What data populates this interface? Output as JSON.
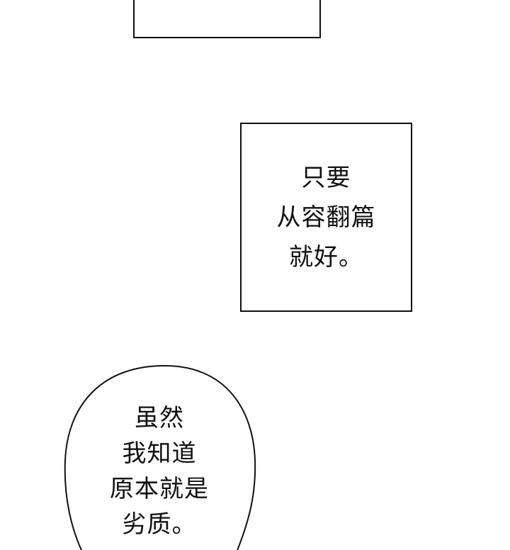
{
  "caption": {
    "lines": [
      "只要",
      "从容翻篇",
      "就好。"
    ]
  },
  "speech_bubble": {
    "lines": [
      "虽然",
      "我知道",
      "原本就是",
      "劣质。"
    ]
  }
}
